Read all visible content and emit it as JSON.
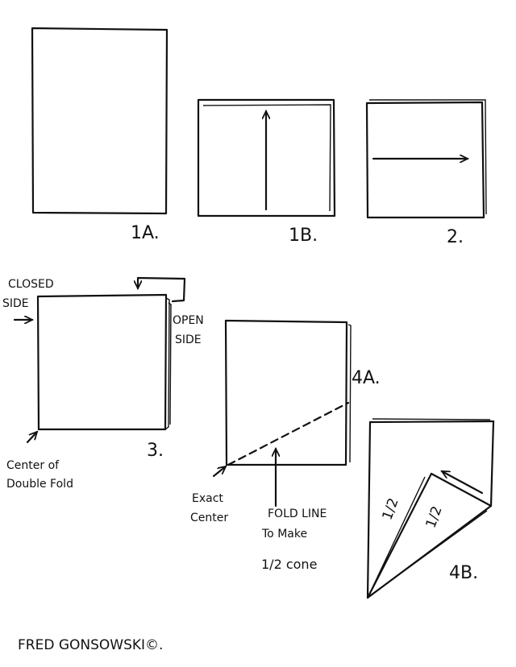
{
  "steps": {
    "s1a": "1A.",
    "s1b": "1B.",
    "s2": "2.",
    "s3": "3.",
    "s4a": "4A.",
    "s4b": "4B."
  },
  "labels": {
    "closed_1": "CLOSED",
    "closed_2": "SIDE",
    "open_1": "OPEN",
    "open_2": "SIDE",
    "center_1": "Center of",
    "center_2": "Double Fold",
    "exact_1": "Exact",
    "exact_2": "Center",
    "fold_1": "FOLD LINE",
    "fold_2": "To Make",
    "fold_3": "1/2 cone",
    "half_a": "1/2",
    "half_b": "1/2"
  },
  "author": "FRED GONSOWSKI©."
}
